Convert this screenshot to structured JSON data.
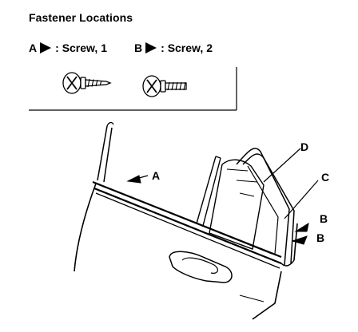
{
  "title": "Fastener Locations",
  "legend": [
    {
      "letter": "A",
      "separator": ":",
      "description": "Screw, 1"
    },
    {
      "letter": "B",
      "separator": ":",
      "description": "Screw, 2"
    }
  ],
  "callouts": {
    "a": "A",
    "b1": "B",
    "b2": "B",
    "c": "C",
    "d": "D"
  },
  "icons": {
    "screw_a": "screw-a-icon",
    "screw_b": "screw-b-icon"
  }
}
